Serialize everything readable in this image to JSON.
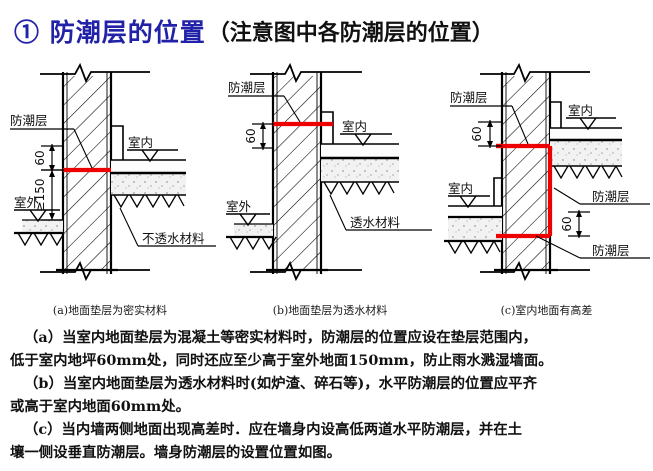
{
  "title": {
    "number": "①",
    "main": "防潮层的位置",
    "sub": "（注意图中各防潮层的位置）",
    "color": "#2222a8"
  },
  "colors": {
    "damp_proof_red": "#ee0000",
    "line_black": "#000000",
    "title_blue": "#2222a8",
    "background": "#ffffff"
  },
  "figures": [
    {
      "id": "a",
      "caption": "(a)地面垫层为密实材料",
      "labels": {
        "damp_proof": "防潮层",
        "indoor": "室内",
        "outdoor": "室外",
        "material": "不透水材料",
        "dim_top": "60",
        "dim_bottom": "≥150"
      }
    },
    {
      "id": "b",
      "caption": "(b)地面垫层为透水材料",
      "labels": {
        "damp_proof": "防潮层",
        "indoor": "室内",
        "outdoor": "室外",
        "material": "透水材料",
        "dim_top": "60"
      }
    },
    {
      "id": "c",
      "caption": "(c)室内地面有高差",
      "labels": {
        "damp_proof_top": "防潮层",
        "damp_proof_mid": "防潮层",
        "damp_proof_bottom": "防潮层",
        "indoor_upper": "室内",
        "indoor_lower": "室内",
        "dim_top": "60",
        "dim_bottom": "60"
      }
    }
  ],
  "notes": [
    "（a）当室内地面垫层为混凝土等密实材料时，防潮层的位置应设在垫层范围内，",
    "低于室内地坪60mm处，同时还应至少高于室外地面150mm，防止雨水溅湿墙面。",
    "（b）当室内地面垫层为透水材料时(如炉渣、碎石等)，水平防潮层的位置应平齐",
    "或高于室内地面60mm处。",
    "（c）当内墙两侧地面出现高差时．应在墙身内设高低两道水平防潮层，并在土",
    "壤一侧设垂直防潮层。墙身防潮层的设置位置如图。"
  ]
}
